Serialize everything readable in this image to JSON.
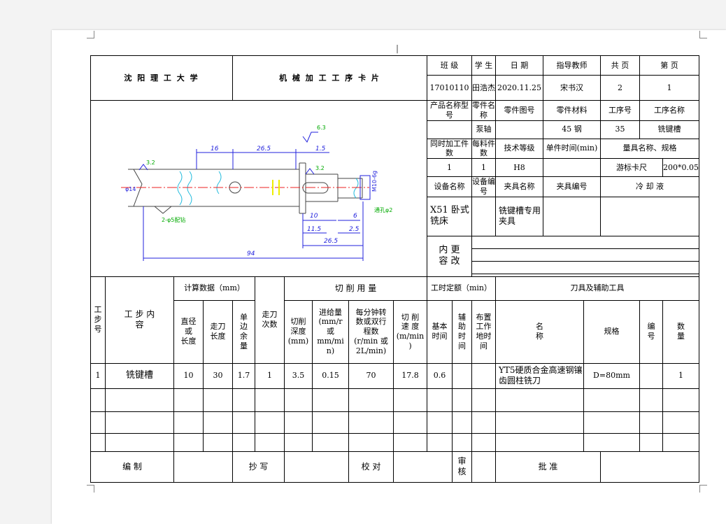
{
  "header": {
    "university": "沈 阳 理 工 大 学",
    "card_title": "机 械 加 工 工 序 卡 片",
    "labels": [
      "班 级",
      "学 生",
      "日 期",
      "指导教师",
      "共 页",
      "第 页"
    ],
    "values": [
      "17010110",
      "田浩杰",
      "2020.11.25",
      "宋书汉",
      "2",
      "1"
    ]
  },
  "part": {
    "labels1": [
      "产品名称型号",
      "零件名称",
      "零件图号",
      "零件材料",
      "工序号",
      "工序名称"
    ],
    "values1": [
      "",
      "泵轴",
      "",
      "45 钢",
      "35",
      "铣键槽"
    ],
    "labels2": [
      "同时加工件数",
      "每料件数",
      "技术等级",
      "单件时间(min)",
      "量具名称、规格"
    ],
    "values2": [
      "1",
      "1",
      "H8",
      "",
      "游标卡尺",
      "200*0.05"
    ],
    "labels3": [
      "设备名称",
      "设备编号",
      "夹具名称",
      "夹具编号",
      "冷 却 液"
    ],
    "values3": [
      "X51 卧式铣床",
      "",
      "铣键槽专用夹具",
      "",
      ""
    ],
    "change_label": "内 更\n容 改"
  },
  "drawing": {
    "dims": [
      "16",
      "26.5",
      "1.5",
      "10",
      "6",
      "11.5",
      "2.5",
      "26.5",
      "94"
    ],
    "notes": [
      "3.2",
      "3.2",
      "6.3",
      "φ14",
      "M10-6g",
      "通孔φ2",
      "2-φ5配钻"
    ]
  },
  "ops_header": {
    "step_no": "工\n步\n号",
    "step_content": "工 步 内\n容",
    "calc": "计算数据（mm）",
    "diameter": "直径\n或\n长度",
    "feed_len": "走刀\n长度",
    "allowance": "单\n边\n余\n量",
    "passes": "走刀\n次数",
    "cut": "切  削  用  量",
    "depth": "切削\n深度\n(mm)",
    "feed": "进给量\n(mm/r\n或\nmm/mi\nn)",
    "speed_rpm": "每分钟转\n数或双行\n程数\n(r/min 或\n2L/min)",
    "speed": "切  削\n速  度\n(m/min\n)",
    "time": "工时定额（min）",
    "t_base": "基本\n时间",
    "t_aux": "辅\n助\n时\n间",
    "t_setup": "布置\n工作\n地时\n间",
    "tools": "刀具及辅助工具",
    "tool_name": "名\n称",
    "tool_spec": "规格",
    "tool_no": "编\n号",
    "tool_qty": "数\n量"
  },
  "ops_rows": [
    {
      "no": "1",
      "content": "铣键槽",
      "dia": "10",
      "len": "30",
      "allow": "1.7",
      "passes": "1",
      "depth": "3.5",
      "feed": "0.15",
      "rpm": "70",
      "speed": "17.8",
      "t_base": "0.6",
      "t_aux": "",
      "t_setup": "",
      "tool": "YT5硬质合金高速钢镶齿圆柱铣刀",
      "spec": "D=80mm",
      "tno": "",
      "qty": "1"
    }
  ],
  "footer": {
    "compile": "编 制",
    "copy": "抄 写",
    "check": "校 对",
    "review": "审\n核",
    "approve": "批 准"
  }
}
